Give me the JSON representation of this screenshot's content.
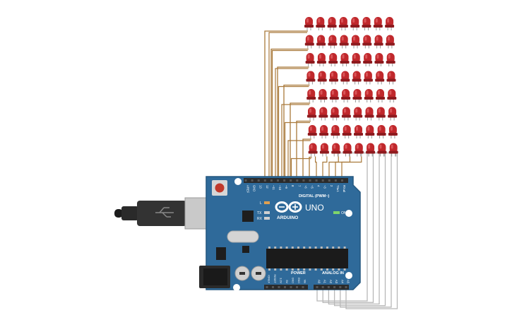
{
  "board": {
    "brand": "ARDUINO",
    "model": "UNO",
    "digital_label": "DIGITAL (PWM~)",
    "analog_label": "ANALOG IN",
    "power_label": "POWER",
    "on_label": "ON",
    "l_label": "L",
    "tx_label": "TX",
    "rx_label": "RX",
    "digital_pins": [
      "AREF",
      "GND",
      "13",
      "12",
      "~11",
      "~10",
      "~9",
      "8",
      "7",
      "~6",
      "~5",
      "4",
      "~3",
      "2",
      "TX▸1",
      "RX◂0"
    ],
    "power_pins": [
      "IOREF",
      "RESET",
      "3.3V",
      "5V",
      "GND",
      "GND",
      "Vin"
    ],
    "analog_pins": [
      "A0",
      "A1",
      "A2",
      "A3",
      "A4",
      "A5"
    ]
  },
  "led_matrix": {
    "rows": 8,
    "cols": 8,
    "led_color": "#c0282c",
    "led_shade": "#8e1a1e"
  },
  "wires": {
    "digital_color": "#a9793a",
    "analog_color": "#b8b8b8"
  },
  "colors": {
    "board": "#2f6a9a",
    "board_edge": "#24577f",
    "header": "#2b2b2b",
    "usb": "#2f2f2f"
  }
}
